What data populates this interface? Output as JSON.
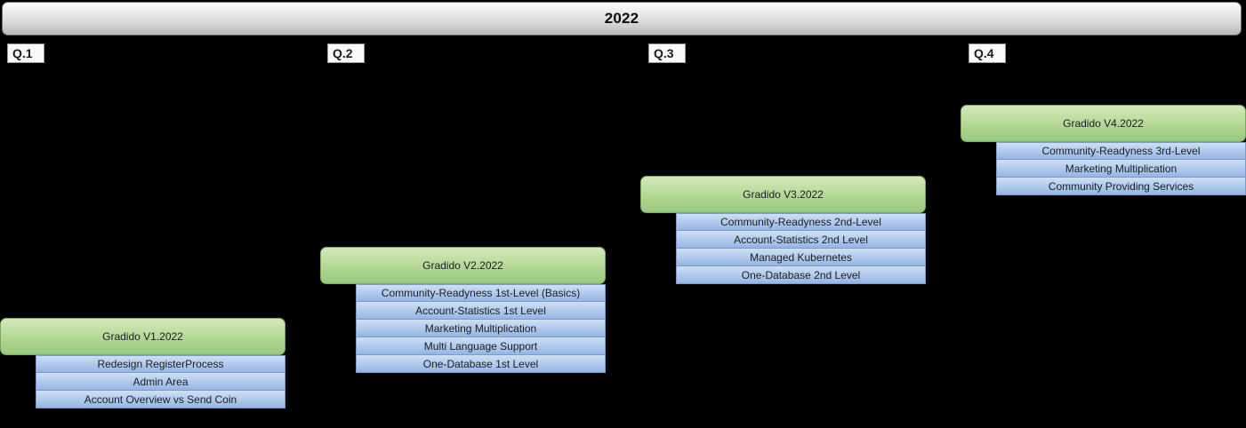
{
  "timeline": {
    "year": "2022",
    "quarters": [
      {
        "label": "Q.1"
      },
      {
        "label": "Q.2"
      },
      {
        "label": "Q.3"
      },
      {
        "label": "Q.4"
      }
    ]
  },
  "colors": {
    "background": "#000000",
    "release_green": "#a8d189",
    "feature_blue": "#a6c2ea",
    "header_gray": "#d8d8d8",
    "text_dark": "#1d1d1d"
  },
  "releases": [
    {
      "title": "Gradido V1.2022",
      "features": [
        "Redesign RegisterProcess",
        "Admin Area",
        "Account Overview vs Send Coin"
      ]
    },
    {
      "title": "Gradido V2.2022",
      "features": [
        "Community-Readyness 1st-Level (Basics)",
        "Account-Statistics 1st Level",
        "Marketing Multiplication",
        "Multi Language Support",
        "One-Database 1st Level"
      ]
    },
    {
      "title": "Gradido V3.2022",
      "features": [
        "Community-Readyness 2nd-Level",
        "Account-Statistics 2nd Level",
        "Managed Kubernetes",
        "One-Database 2nd Level"
      ]
    },
    {
      "title": "Gradido V4.2022",
      "features": [
        "Community-Readyness 3rd-Level",
        "Marketing Multiplication",
        "Community Providing Services"
      ]
    }
  ]
}
